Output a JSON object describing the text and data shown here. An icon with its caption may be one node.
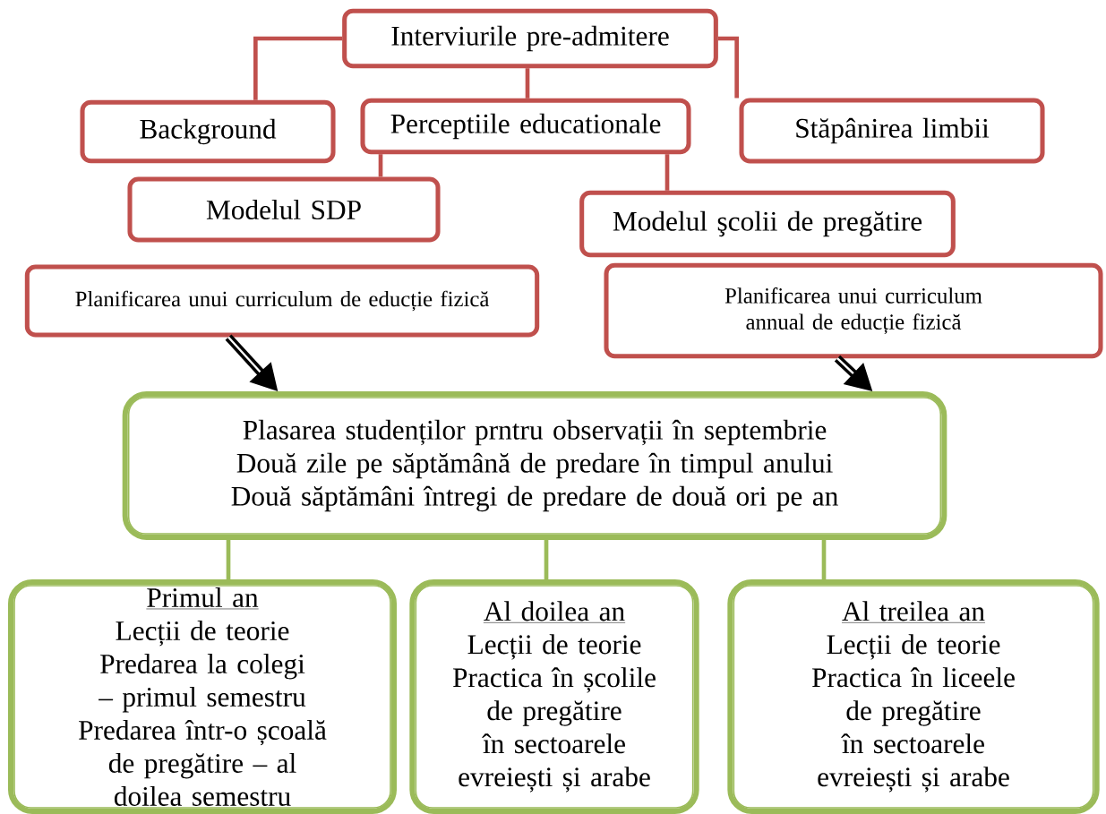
{
  "diagram": {
    "nodes": [
      {
        "text": [
          "Interviurile pre-admitere"
        ]
      },
      {
        "text": [
          "Background"
        ]
      },
      {
        "text": [
          "Perceptiile educationale"
        ]
      },
      {
        "text": [
          "Stăpânirea limbii"
        ]
      },
      {
        "text": [
          "Modelul SDP"
        ]
      },
      {
        "text": [
          "Modelul şcolii de pregătire"
        ]
      },
      {
        "text": [
          "Planificarea unui curriculum de educție fizică"
        ]
      },
      {
        "text": [
          "Planificarea unui curriculum annual de educție fizică"
        ]
      },
      {
        "text": [
          "Plasarea studenților prntru observații în septembrie",
          "Două zile pe săptămână de predare în timpul anului",
          "Două săptămâni întregi de predare de două ori pe an"
        ]
      },
      {
        "text": [
          "Primul an",
          "Lecții de teorie",
          "Predarea la colegi – primul semestru",
          "Predarea într-o școală de pregătire – al doilea semestru"
        ]
      },
      {
        "text": [
          "Al doilea an",
          "Lecții de teorie",
          "Practica în școlile de pregătire în sectoarele evreiești și arabe"
        ]
      },
      {
        "text": [
          "Al treilea an",
          "Lecții de teorie",
          "Practica în liceele de pregătire în sectoarele evreiești și arabe"
        ]
      }
    ],
    "edges": [
      {
        "from": 0,
        "to": 1,
        "arrow": "none"
      },
      {
        "from": 0,
        "to": 2,
        "arrow": "none"
      },
      {
        "from": 0,
        "to": 3,
        "arrow": "none"
      },
      {
        "from": 2,
        "to": 4,
        "arrow": "none"
      },
      {
        "from": 2,
        "to": 5,
        "arrow": "none"
      },
      {
        "from": 6,
        "to": 8,
        "arrow": "to",
        "style": "thick",
        "color": "#000000"
      },
      {
        "from": 7,
        "to": 8,
        "arrow": "to",
        "style": "thick",
        "color": "#000000"
      },
      {
        "from": 8,
        "to": 9,
        "arrow": "none",
        "color": "#9bbb59"
      },
      {
        "from": 8,
        "to": 10,
        "arrow": "none",
        "color": "#9bbb59"
      },
      {
        "from": 8,
        "to": 11,
        "arrow": "none",
        "color": "#9bbb59"
      }
    ]
  }
}
